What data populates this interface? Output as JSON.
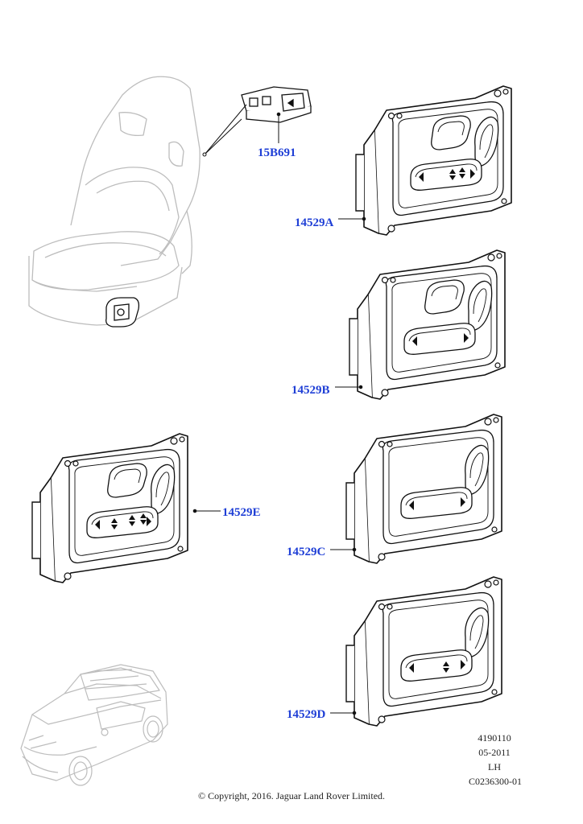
{
  "labels": {
    "switch_small": "15B691",
    "panel_a": "14529A",
    "panel_b": "14529B",
    "panel_c": "14529C",
    "panel_d": "14529D",
    "panel_e": "14529E"
  },
  "meta": {
    "number": "4190110",
    "date": "05-2011",
    "side": "LH",
    "code": "C0236300-01"
  },
  "copyright": "© Copyright, 2016. Jaguar Land Rover Limited.",
  "colors": {
    "label_blue": "#1f3fd6",
    "line_dark": "#111111",
    "line_light": "#bdbdbd"
  }
}
